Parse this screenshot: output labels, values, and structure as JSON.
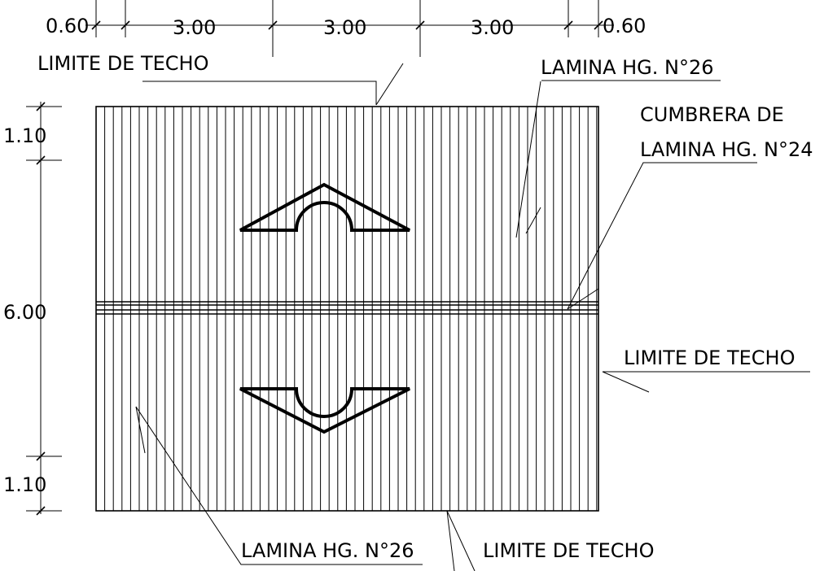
{
  "dimensions": {
    "top": [
      "0.60",
      "3.00",
      "3.00",
      "3.00",
      "0.60"
    ],
    "left": [
      "1.10",
      "6.00",
      "1.10"
    ]
  },
  "labels": {
    "limite_top": "LIMITE DE TECHO",
    "lamina_top": "LAMINA HG. N°26",
    "cumbrera_line1": "CUMBRERA DE",
    "cumbrera_line2": "LAMINA HG. N°24",
    "limite_right": "LIMITE DE TECHO",
    "lamina_bottom": "LAMINA HG. N°26",
    "limite_bottom": "LIMITE DE TECHO"
  },
  "colors": {
    "line": "#000000",
    "background": "#ffffff"
  }
}
